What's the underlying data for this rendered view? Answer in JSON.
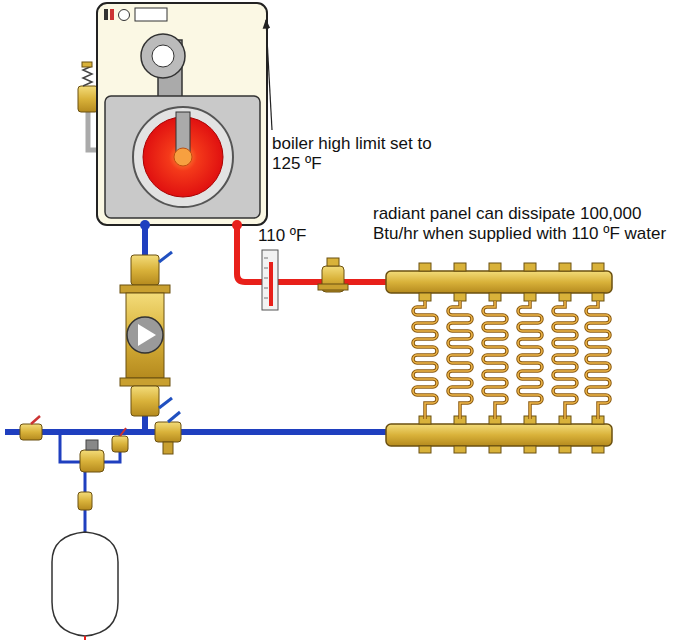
{
  "diagram": {
    "labels": [
      "boiler high limit set to 125 ºF",
      "110 ºF",
      "radiant panel can dissipate 100,000 Btu/hr when supplied with 110 ºF water"
    ]
  }
}
